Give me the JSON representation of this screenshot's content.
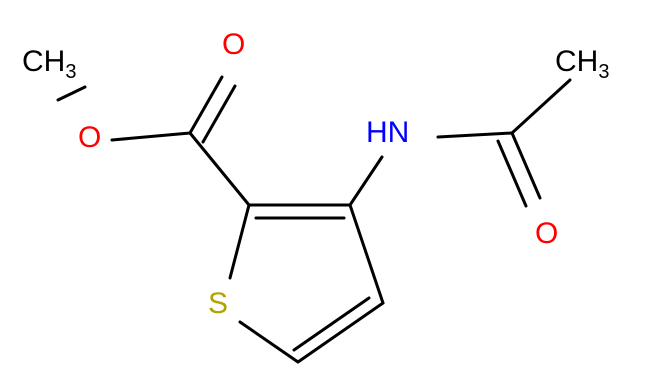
{
  "molecule": {
    "atoms": {
      "ch3_left": {
        "main": "CH",
        "sub": "3",
        "color": "#000000"
      },
      "o_carbonyl_top": {
        "text": "O",
        "color": "#ff0000"
      },
      "o_ester": {
        "text": "O",
        "color": "#ff0000"
      },
      "nh": {
        "text": "HN",
        "color": "#0000ff"
      },
      "ch3_right": {
        "main": "CH",
        "sub": "3",
        "color": "#000000"
      },
      "o_amide": {
        "text": "O",
        "color": "#ff0000"
      },
      "s_ring": {
        "text": "S",
        "color": "#b2a400"
      }
    }
  }
}
